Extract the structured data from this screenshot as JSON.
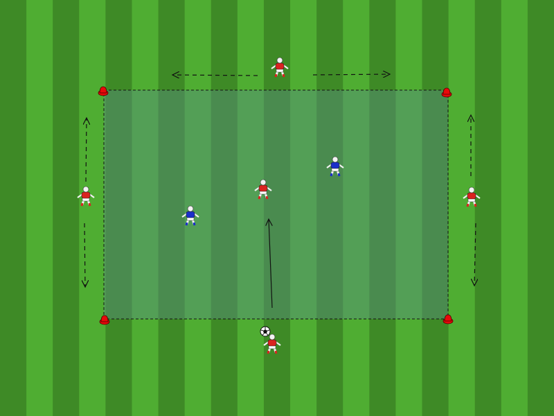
{
  "diagram": {
    "pitch": {
      "stripe_color_light": "#4fad32",
      "stripe_color_dark": "#3e8a26",
      "zone_color": "#5a8c88",
      "stripe_count": 21
    },
    "cones": [
      {
        "id": "cone-top-left",
        "color": "#e8090a"
      },
      {
        "id": "cone-top-right",
        "color": "#e8090a"
      },
      {
        "id": "cone-bottom-left",
        "color": "#e8090a"
      },
      {
        "id": "cone-bottom-right",
        "color": "#e8090a"
      }
    ],
    "players": [
      {
        "id": "red-player-top",
        "team": "red",
        "color": "#d9231f"
      },
      {
        "id": "red-player-left",
        "team": "red",
        "color": "#d9231f"
      },
      {
        "id": "red-player-right",
        "team": "red",
        "color": "#d9231f"
      },
      {
        "id": "red-player-center",
        "team": "red",
        "color": "#d9231f"
      },
      {
        "id": "red-player-bottom",
        "team": "red",
        "color": "#d9231f"
      },
      {
        "id": "blue-player-left",
        "team": "blue",
        "color": "#1b2fc9"
      },
      {
        "id": "blue-player-right",
        "team": "blue",
        "color": "#1b2fc9"
      }
    ],
    "ball": {
      "id": "soccer-ball-icon"
    },
    "arrows": [
      {
        "id": "movement-arrow-top-left",
        "style": "dashed"
      },
      {
        "id": "movement-arrow-top-right",
        "style": "dashed"
      },
      {
        "id": "movement-arrow-left-up",
        "style": "dashed"
      },
      {
        "id": "movement-arrow-left-down",
        "style": "dashed"
      },
      {
        "id": "movement-arrow-right-up",
        "style": "dashed"
      },
      {
        "id": "movement-arrow-right-down",
        "style": "dashed"
      },
      {
        "id": "pass-arrow",
        "style": "solid"
      }
    ]
  }
}
